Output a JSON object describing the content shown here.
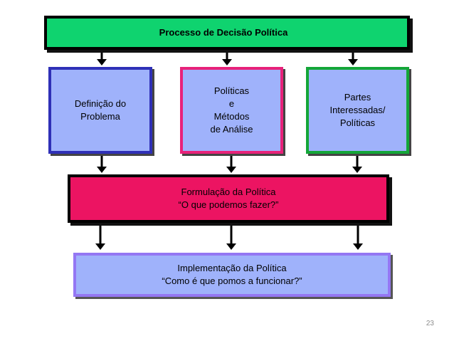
{
  "diagram": {
    "top": {
      "text": "Processo de Decisão Política"
    },
    "definicao": {
      "lines": [
        "Definição do",
        "Problema"
      ]
    },
    "politicas": {
      "lines": [
        "Políticas",
        "e",
        "Métodos",
        "de Análise"
      ]
    },
    "partes": {
      "lines": [
        "Partes",
        "Interessadas/",
        "Políticas"
      ]
    },
    "formulacao": {
      "lines": [
        "Formulação da Política",
        "“O que podemos fazer?”"
      ]
    },
    "implementacao": {
      "lines": [
        "Implementação da Política",
        "“Como é que pomos a funcionar?”"
      ]
    }
  },
  "footer": {
    "page_number": "23"
  },
  "colors": {
    "top_fill": "#0fd36f",
    "box_fill": "#9fb2fb",
    "definicao_border": "#2f30b7",
    "politicas_border": "#e8227a",
    "partes_border": "#14a638",
    "formulacao_fill": "#ec1462",
    "implementacao_border": "#9477f3",
    "arrow": "#000000"
  }
}
